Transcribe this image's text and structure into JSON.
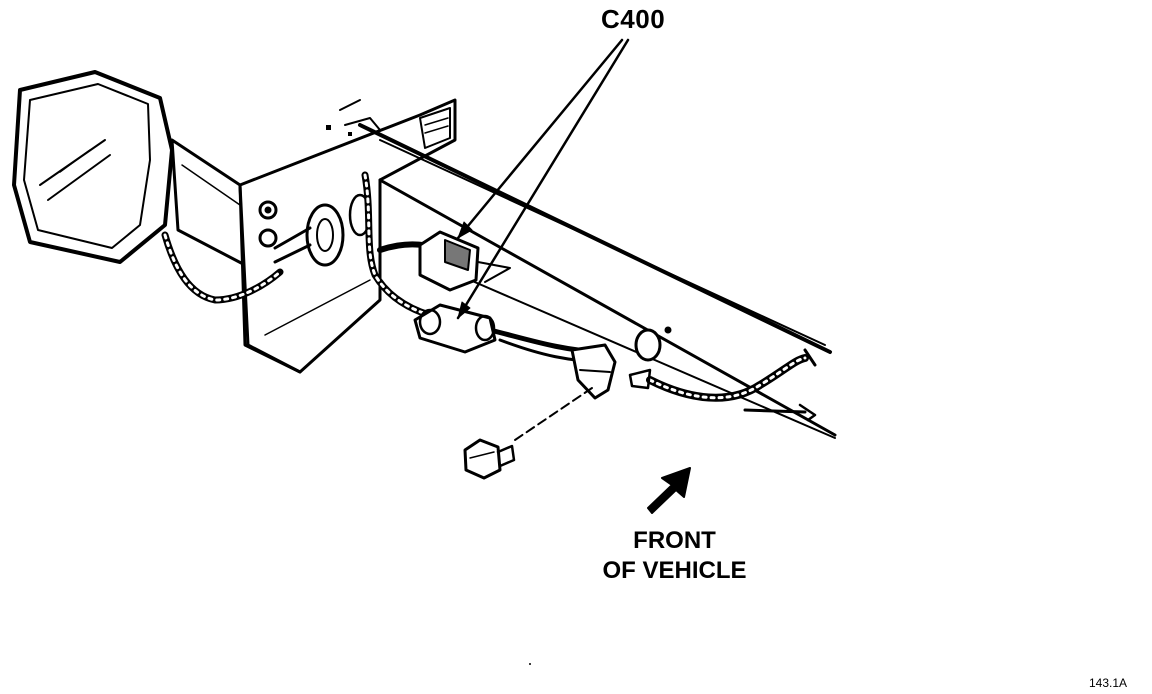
{
  "callouts": {
    "connector": "C400",
    "front_line1": "FRONT",
    "front_line2": "OF VEHICLE"
  },
  "figure_number": "143.1A",
  "colors": {
    "ink": "#000000",
    "paper": "#ffffff"
  }
}
